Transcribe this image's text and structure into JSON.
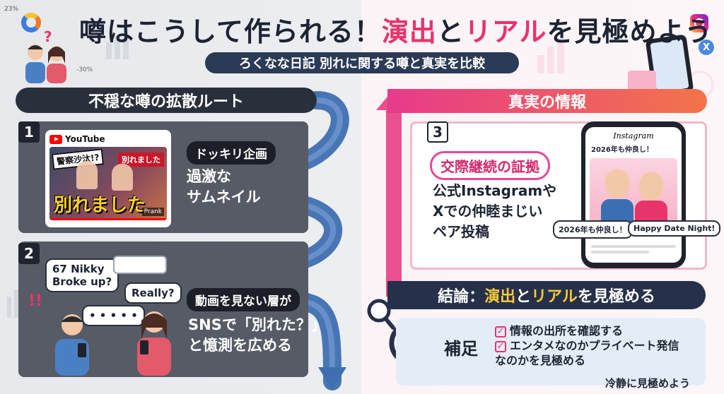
{
  "title": {
    "part1": "噂はこうして作られる！",
    "part2": "演出",
    "part3": "と",
    "part4": "リアル",
    "part5": "を見極めよう"
  },
  "subtitle": "ろくなな日記 別れに関する噂と真実を比較",
  "route_heading": "不穏な噂の拡散ルート",
  "truth_heading": "真実の情報",
  "step1": {
    "number": "1",
    "youtube_label": "YouTube",
    "thumb_alert": "警察沙汰!?",
    "thumb_banner": "別れました",
    "thumb_big": "別れました",
    "thumb_prank": "Prank",
    "tag": "ドッキリ企画",
    "desc": [
      "過激な",
      "サムネイル"
    ]
  },
  "step2": {
    "number": "2",
    "bubble1": [
      "67 Nikky",
      "Broke up?"
    ],
    "bubble2": "Really?",
    "bubble3": "• • • • •",
    "tag": "動画を見ない層が",
    "desc": [
      "SNSで「別れた？」",
      "と憶測を広める"
    ]
  },
  "step3": {
    "number": "3",
    "tag": "交際継続の証拠",
    "desc": [
      "公式Instagramや",
      "Xでの仲睦まじい",
      "ペア投稿"
    ],
    "phone_app": "Instagram",
    "phone_post": "2026年も仲良し！",
    "chip1": "2026年も仲良し！",
    "chip2": "Happy Date Night!"
  },
  "conclusion": {
    "part1": "結論：",
    "part2": "演出",
    "part3": "と",
    "part4": "リアル",
    "part5": "を見極める"
  },
  "supplement": {
    "label": "補足",
    "items": [
      "情報の出所を確認する",
      "エンタメなのかプライベート発信",
      "なのかを見極める"
    ]
  },
  "footer": "冷静に見極めよう",
  "deco": {
    "pct": "23%",
    "pct2": "-30%"
  },
  "colors": {
    "accent_pink": "#e8336b",
    "navy": "#26304a",
    "yellow": "#f9c93d",
    "panel_gray": "#565b66"
  }
}
